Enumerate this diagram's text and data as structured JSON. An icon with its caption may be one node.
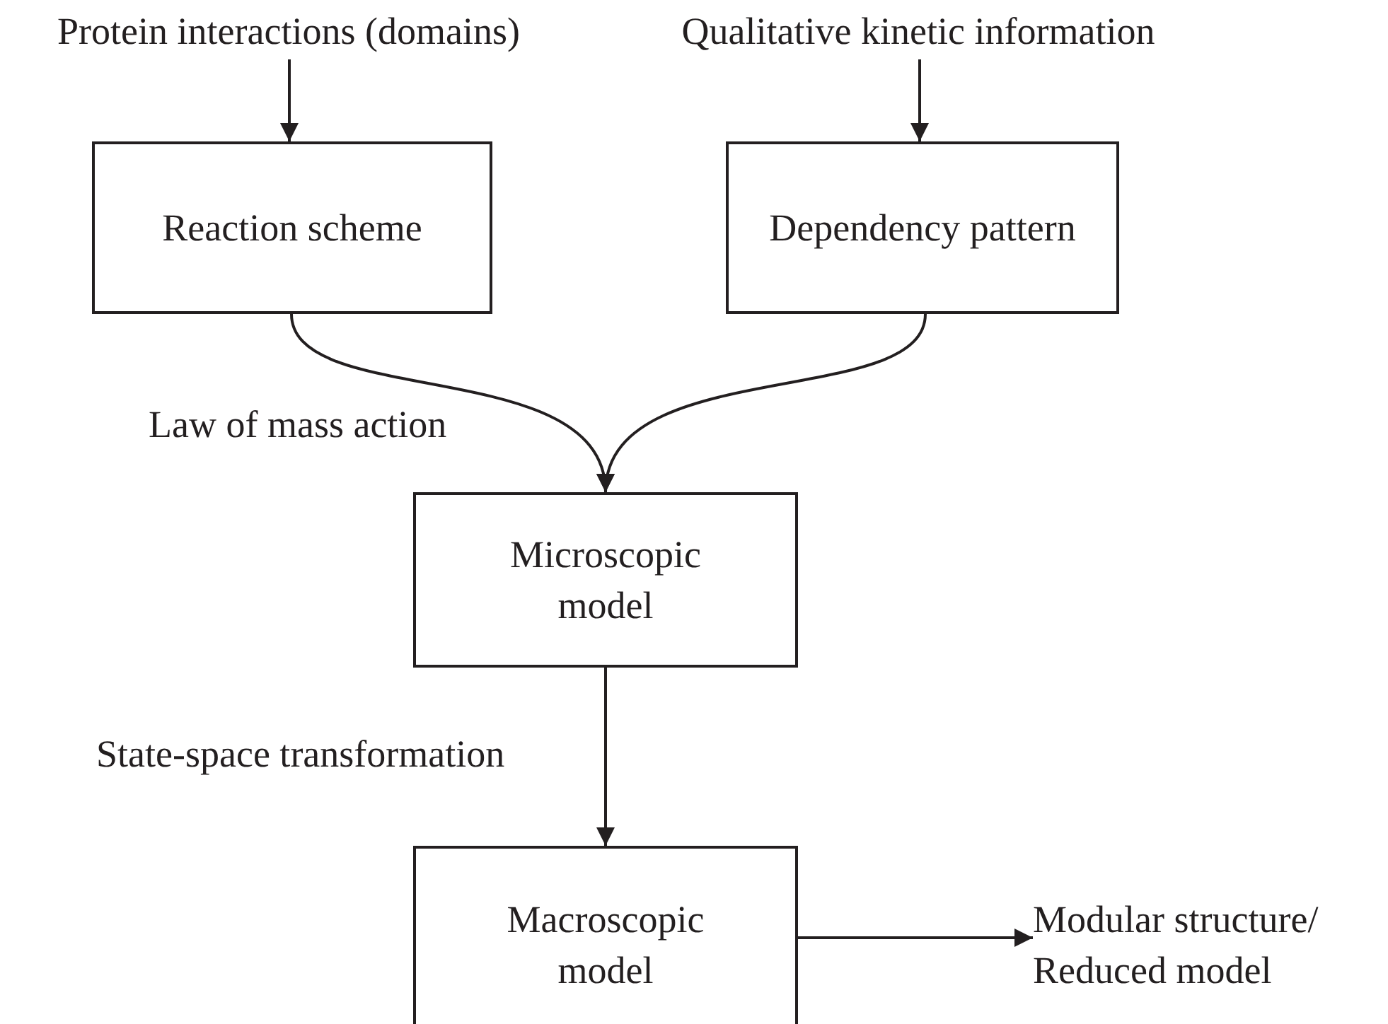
{
  "diagram": {
    "nodes": [
      {
        "text": [
          "Protein interactions (domains)"
        ]
      },
      {
        "text": [
          "Qualitative kinetic information"
        ]
      },
      {
        "text": [
          "Reaction scheme"
        ]
      },
      {
        "text": [
          "Dependency pattern"
        ]
      },
      {
        "text": [
          "Microscopic model"
        ]
      },
      {
        "text": [
          "Macroscopic model"
        ]
      },
      {
        "text": [
          "Modular structure/ Reduced model"
        ]
      }
    ],
    "edges": [
      {
        "from": 0,
        "to": 2,
        "arrow": "to"
      },
      {
        "from": 1,
        "to": 3,
        "arrow": "to"
      },
      {
        "from": 2,
        "to": 4,
        "arrow": "to",
        "label": "Law of mass action"
      },
      {
        "from": 3,
        "to": 4,
        "arrow": "to"
      },
      {
        "from": 4,
        "to": 5,
        "arrow": "to",
        "label": "State-space transformation"
      },
      {
        "from": 5,
        "to": 6,
        "arrow": "to"
      }
    ]
  }
}
